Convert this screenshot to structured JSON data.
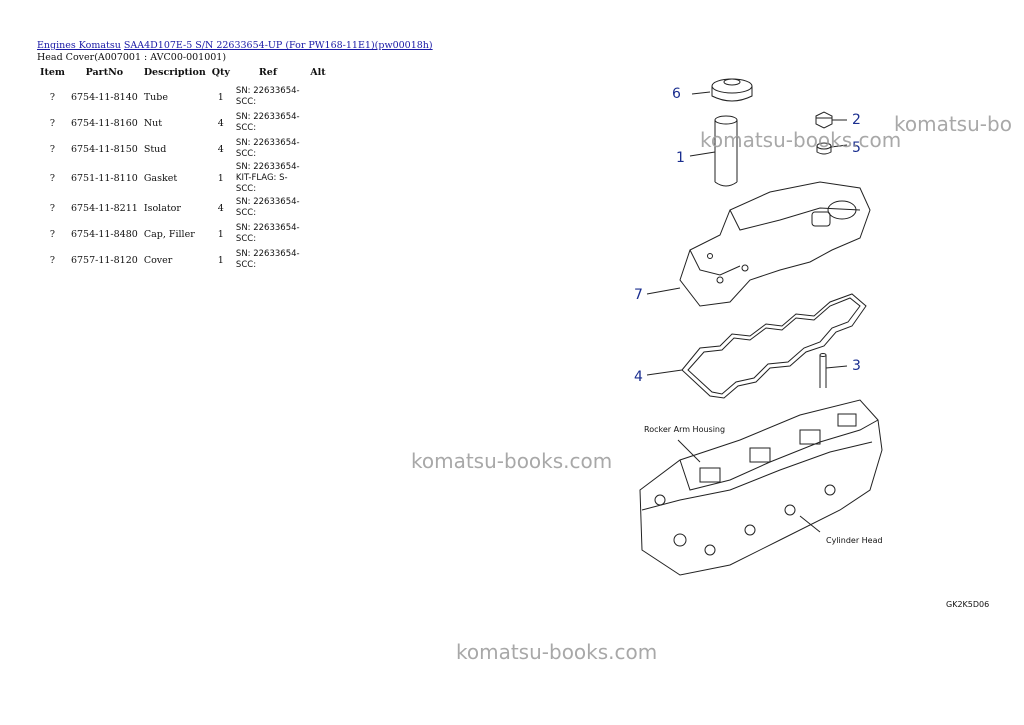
{
  "breadcrumb": {
    "link1": "Engines Komatsu",
    "link2": "SAA4D107E-5 S/N 22633654-UP (For PW168-11E1)(pw00018h)"
  },
  "subtitle": "Head Cover(A007001 : AVC00-001001)",
  "table": {
    "headers": [
      "Item",
      "PartNo",
      "Description",
      "Qty",
      "Ref",
      "Alt"
    ],
    "rows": [
      {
        "item": "?",
        "part": "6754-11-8140",
        "desc": "Tube",
        "qty": "1",
        "ref": "SN: 22633654-SCC:",
        "alt": ""
      },
      {
        "item": "?",
        "part": "6754-11-8160",
        "desc": "Nut",
        "qty": "4",
        "ref": "SN: 22633654-SCC:",
        "alt": ""
      },
      {
        "item": "?",
        "part": "6754-11-8150",
        "desc": "Stud",
        "qty": "4",
        "ref": "SN: 22633654-SCC:",
        "alt": ""
      },
      {
        "item": "?",
        "part": "6751-11-8110",
        "desc": "Gasket",
        "qty": "1",
        "ref": "SN: 22633654-KIT-FLAG: S-SCC:",
        "alt": ""
      },
      {
        "item": "?",
        "part": "6754-11-8211",
        "desc": "Isolator",
        "qty": "4",
        "ref": "SN: 22633654-SCC:",
        "alt": ""
      },
      {
        "item": "?",
        "part": "6754-11-8480",
        "desc": "Cap, Filler",
        "qty": "1",
        "ref": "SN: 22633654-SCC:",
        "alt": ""
      },
      {
        "item": "?",
        "part": "6757-11-8120",
        "desc": "Cover",
        "qty": "1",
        "ref": "SN: 22633654-SCC:",
        "alt": ""
      }
    ]
  },
  "watermarks": [
    "komatsu-books.com",
    "komatsu-bo",
    "komatsu-books.com",
    "komatsu-books.com"
  ],
  "diagram": {
    "callouts": [
      "6",
      "2",
      "1",
      "5",
      "7",
      "3",
      "4"
    ],
    "label_rocker": "Rocker Arm Housing",
    "label_cylinder": "Cylinder Head",
    "code": "GK2K5D06"
  }
}
